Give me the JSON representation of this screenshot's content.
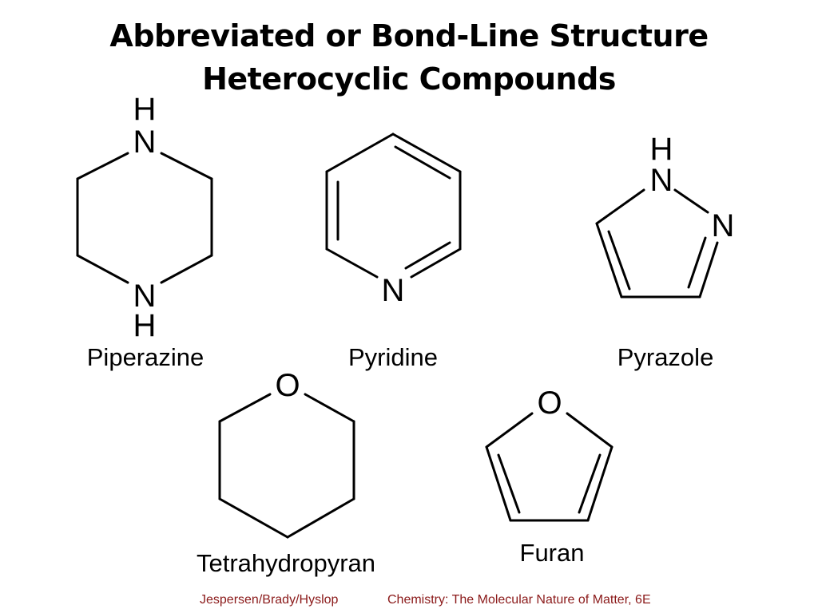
{
  "title": {
    "line1": "Abbreviated or Bond-Line Structure",
    "line2": "Heterocyclic Compounds"
  },
  "compounds": {
    "piperazine": {
      "name": "Piperazine",
      "atoms": {
        "h_top": "H",
        "n_top": "N",
        "n_bottom": "N",
        "h_bottom": "H"
      }
    },
    "pyridine": {
      "name": "Pyridine",
      "atoms": {
        "n": "N"
      }
    },
    "pyrazole": {
      "name": "Pyrazole",
      "atoms": {
        "h": "H",
        "n1": "N",
        "n2": "N"
      }
    },
    "tetrahydropyran": {
      "name": "Tetrahydropyran",
      "atoms": {
        "o": "O"
      }
    },
    "furan": {
      "name": "Furan",
      "atoms": {
        "o": "O"
      }
    }
  },
  "footer": {
    "authors": "Jespersen/Brady/Hyslop",
    "book": "Chemistry: The Molecular Nature of Matter, 6E"
  },
  "colors": {
    "footer_text": "#8b1a1a"
  }
}
